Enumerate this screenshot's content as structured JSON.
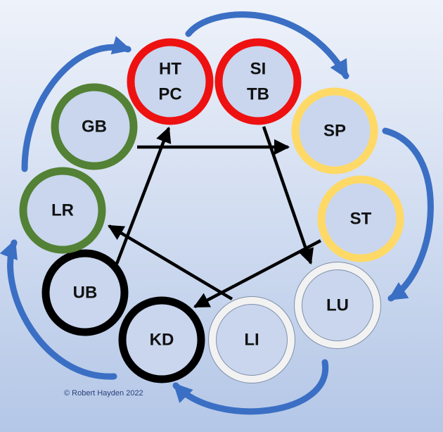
{
  "nodes": [
    {
      "id": "ht-pc",
      "lines": [
        "HT",
        "PC"
      ],
      "ring": "#ee1111"
    },
    {
      "id": "si-tb",
      "lines": [
        "SI",
        "TB"
      ],
      "ring": "#ee1111"
    },
    {
      "id": "sp",
      "lines": [
        "SP"
      ],
      "ring": "#ffd966"
    },
    {
      "id": "st",
      "lines": [
        "ST"
      ],
      "ring": "#ffd966"
    },
    {
      "id": "lu",
      "lines": [
        "LU"
      ],
      "ring": "#f2f2f2"
    },
    {
      "id": "li",
      "lines": [
        "LI"
      ],
      "ring": "#f2f2f2"
    },
    {
      "id": "kd",
      "lines": [
        "KD"
      ],
      "ring": "#000000"
    },
    {
      "id": "ub",
      "lines": [
        "UB"
      ],
      "ring": "#000000"
    },
    {
      "id": "lr",
      "lines": [
        "LR"
      ],
      "ring": "#538135"
    },
    {
      "id": "gb",
      "lines": [
        "GB"
      ],
      "ring": "#538135"
    }
  ],
  "copyright": "© Robert Hayden 2022",
  "colors": {
    "background_top": "#eef2fa",
    "background_bottom": "#b4c7e7",
    "cycle_arrow": "#3a6fc4",
    "inner_arrow": "#000000"
  }
}
